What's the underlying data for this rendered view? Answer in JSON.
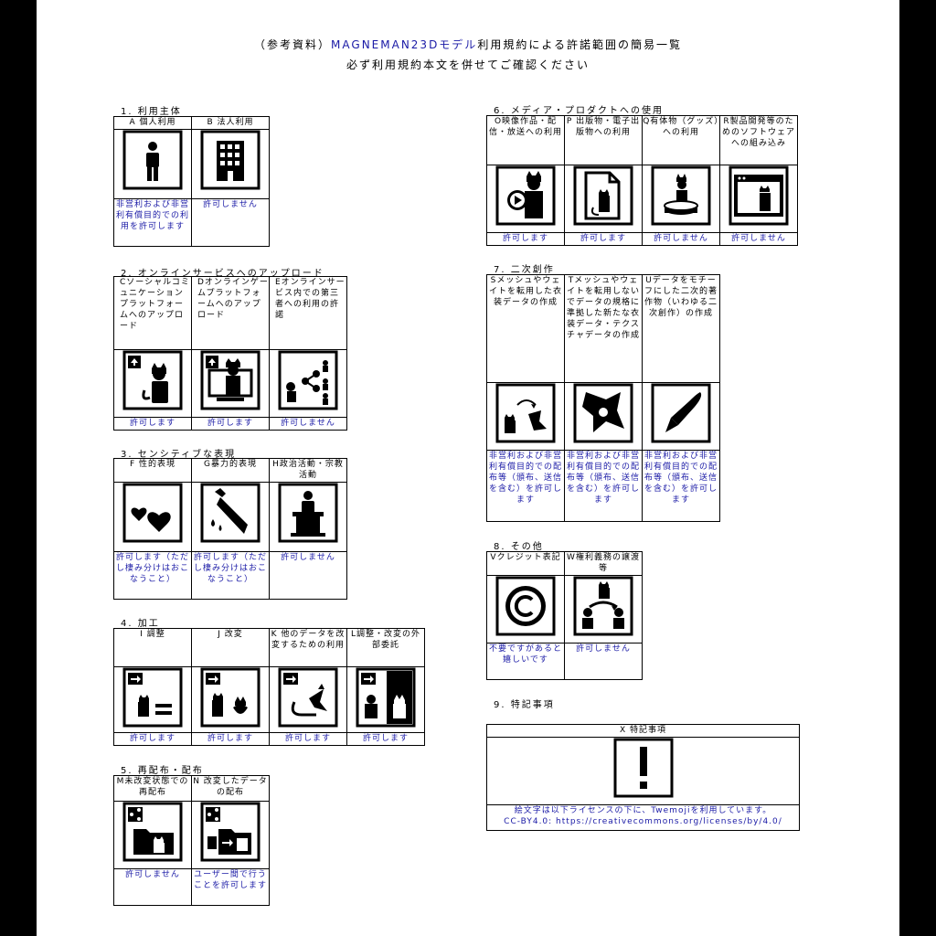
{
  "title": {
    "line1_prefix": "（参考資料）",
    "line1_brand": "MAGNEMAN23Dモデル",
    "line1_suffix": "利用規約による許諾範囲の簡易一覧",
    "line2": "必ず利用規約本文を併せてご確認ください"
  },
  "sections": [
    {
      "heading": "1. 利用主体",
      "items": [
        {
          "label": "A 個人利用",
          "icon": "person-icon",
          "result": "非営利および非営利有償目的での利用を許可します"
        },
        {
          "label": "B 法人利用",
          "icon": "office-building-icon",
          "result": "許可しません"
        }
      ]
    },
    {
      "heading": "2. オンラインサービスへのアップロード",
      "items": [
        {
          "label": "Cソーシャルコミュニケーションプラットフォームへのアップロード",
          "icon": "upload-avatar-icon",
          "result": "許可します"
        },
        {
          "label": "Dオンラインゲームプラットフォームへのアップロード",
          "icon": "upload-game-icon",
          "result": "許可します"
        },
        {
          "label": "Eオンラインサービス内での第三者への利用の許諾",
          "icon": "share-third-party-icon",
          "result": "許可しません"
        }
      ]
    },
    {
      "heading": "3. センシティブな表現",
      "items": [
        {
          "label": "F 性的表現",
          "icon": "hearts-icon",
          "result": "許可します（ただし棲み分けはおこなうこと）"
        },
        {
          "label": "G暴力的表現",
          "icon": "bloody-knife-icon",
          "result": "許可します（ただし棲み分けはおこなうこと）"
        },
        {
          "label": "H政治活動・宗教活動",
          "icon": "speaker-podium-icon",
          "result": "許可しません"
        }
      ]
    },
    {
      "heading": "4. 加工",
      "items": [
        {
          "label": "I 調整",
          "icon": "adjust-equal-icon",
          "result": "許可します"
        },
        {
          "label": "J 改変",
          "icon": "modify-icon",
          "result": "許可します"
        },
        {
          "label": "K 他のデータを改変するための利用",
          "icon": "ribbon-cat-icon",
          "result": "許可します"
        },
        {
          "label": "L調整・改変の外部委託",
          "icon": "outsource-icon",
          "result": "許可します"
        }
      ]
    },
    {
      "heading": "5. 再配布・配布",
      "items": [
        {
          "label": "M未改変状態での再配布",
          "icon": "share-folder-icon",
          "result": "許可しません"
        },
        {
          "label": "N 改変したデータの配布",
          "icon": "share-modified-folder-icon",
          "result": "ユーザー間で行うことを許可します"
        }
      ]
    },
    {
      "heading": "6. メディア・プロダクトへの使用",
      "items": [
        {
          "label": "O映像作品・配信・放送への利用",
          "icon": "video-play-icon",
          "result": "許可します"
        },
        {
          "label": "P 出版物・電子出版物への利用",
          "icon": "publication-icon",
          "result": "許可します"
        },
        {
          "label": "Q有体物（グッズ）への利用",
          "icon": "figure-goods-icon",
          "result": "許可しません"
        },
        {
          "label": "R製品開発等のためのソフトウェアへの組み込み",
          "icon": "software-window-icon",
          "result": "許可しません"
        }
      ]
    },
    {
      "heading": "7. 二次創作",
      "items": [
        {
          "label": "Sメッシュやウェイトを転用した衣装データの作成",
          "icon": "mesh-transfer-icon",
          "result": "非営利および非営利有償目的での配布等（頒布、送信を含む）を許可します"
        },
        {
          "label": "Tメッシュやウェイトを転用しないでデータの規格に準拠した新たな衣装データ・テクスチャデータの作成",
          "icon": "new-costume-icon",
          "result": "非営利および非営利有償目的での配布等（頒布、送信を含む）を許可します"
        },
        {
          "label": "Uデータをモチーフにした二次的著作物（いわゆる二次創作）の作成",
          "icon": "fountain-pen-icon",
          "result": "非営利および非営利有償目的での配布等（頒布、送信を含む）を許可します"
        }
      ]
    },
    {
      "heading": "8. その他",
      "items": [
        {
          "label": "Vクレジット表記",
          "icon": "copyright-icon",
          "result": "不要ですがあると嬉しいです"
        },
        {
          "label": "W権利義務の譲渡等",
          "icon": "transfer-rights-icon",
          "result": "許可しません"
        }
      ]
    },
    {
      "heading": "9. 特記事項",
      "items": [
        {
          "label": "X 特記事項",
          "icon": "exclamation-icon"
        }
      ]
    }
  ],
  "license": {
    "line1": "絵文字は以下ライセンスの下に、Twemojiを利用しています。",
    "line2": "CC-BY4.0:  https://creativecommons.org/licenses/by/4.0/"
  }
}
